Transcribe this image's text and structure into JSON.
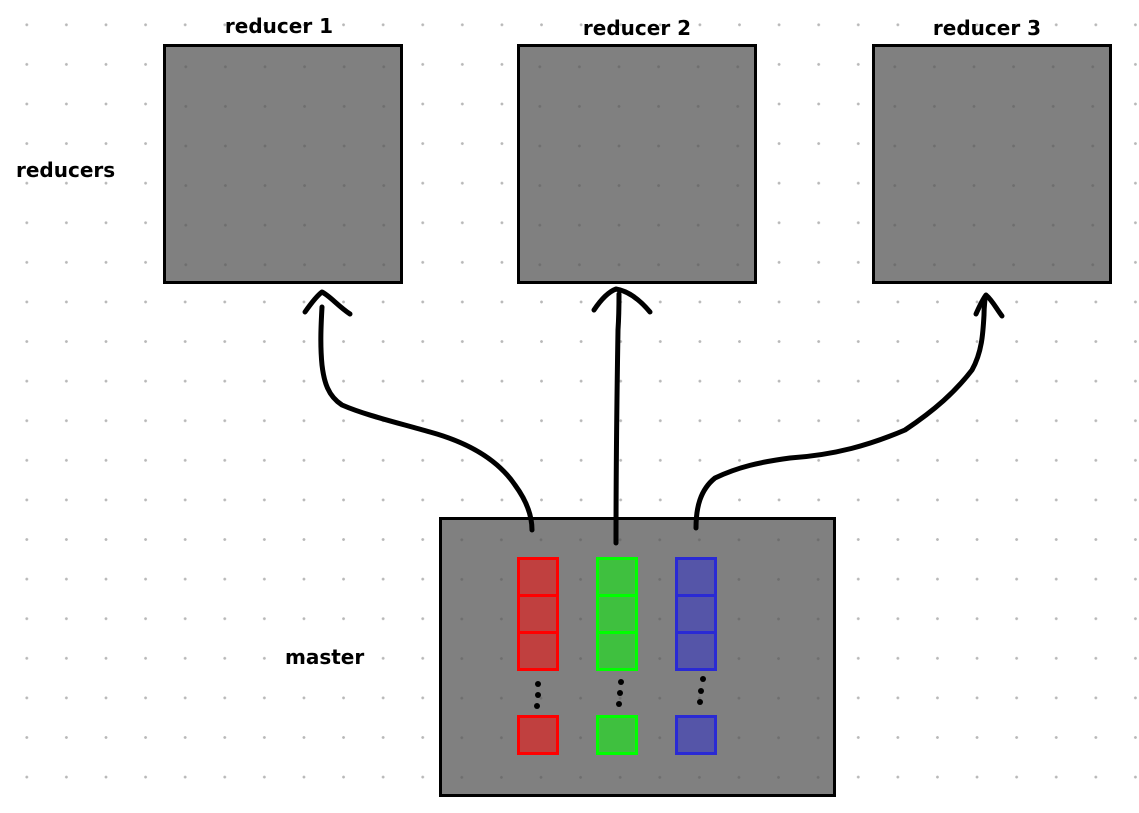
{
  "labels": {
    "reducers": "reducers",
    "master": "master"
  },
  "reducers": [
    {
      "title": "reducer 1"
    },
    {
      "title": "reducer 2"
    },
    {
      "title": "reducer 3"
    }
  ],
  "queues": [
    {
      "color_name": "red",
      "border": "#ff0000",
      "fill": "#c0403f",
      "visible_cells": 3,
      "tail_cells": 1
    },
    {
      "color_name": "green",
      "border": "#00ff00",
      "fill": "#3fc03f",
      "visible_cells": 3,
      "tail_cells": 1
    },
    {
      "color_name": "blue",
      "border": "#2a2ad4",
      "fill": "#5555a8",
      "visible_cells": 3,
      "tail_cells": 1
    }
  ],
  "colors": {
    "box_fill": "#808080",
    "box_border": "#000000",
    "arrow": "#000000",
    "background": "#ffffff",
    "grid_dot": "#b8b8b8"
  },
  "arrows": [
    {
      "from": "red-queue",
      "to": "reducer 1"
    },
    {
      "from": "green-queue",
      "to": "reducer 2"
    },
    {
      "from": "blue-queue",
      "to": "reducer 3"
    }
  ]
}
